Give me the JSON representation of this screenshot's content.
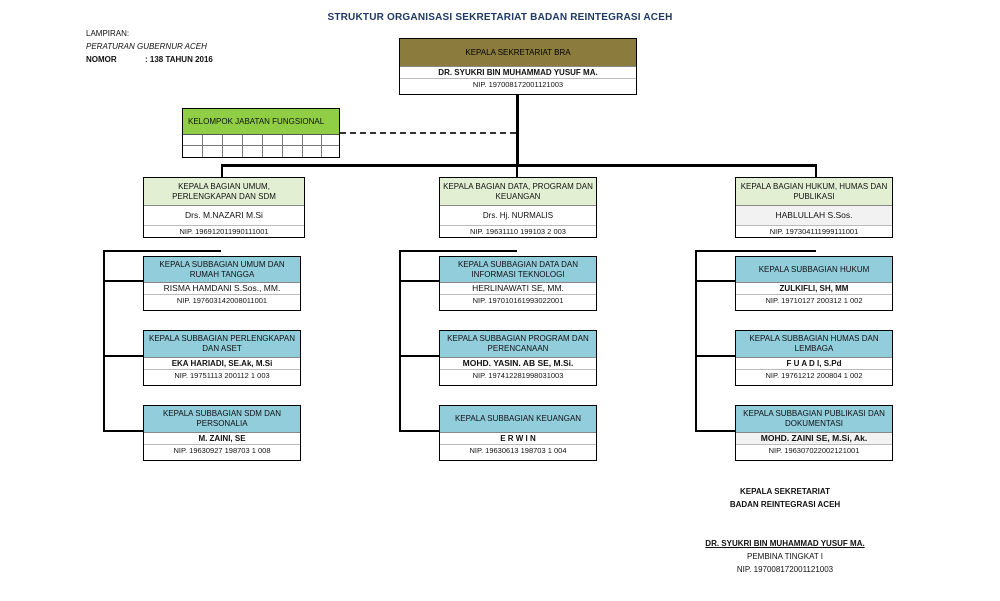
{
  "title": "STRUKTUR ORGANISASI SEKRETARIAT BADAN REINTEGRASI ACEH",
  "meta": {
    "lampiran": "LAMPIRAN:",
    "peraturan": "PERATURAN GUBERNUR ACEH",
    "nomor_label": "NOMOR",
    "nomor_value": ": 138 TAHUN 2016"
  },
  "head": {
    "title": "KEPALA SEKRETARIAT BRA",
    "name": "DR. SYUKRI BIN MUHAMMAD YUSUF MA.",
    "nip": "NIP. 197008172001121003"
  },
  "fungsional": {
    "title": "KELOMPOK JABATAN FUNGSIONAL"
  },
  "columns": [
    {
      "bagian": {
        "title": "KEPALA BAGIAN UMUM, PERLENGKAPAN DAN SDM",
        "name": "Drs. M.NAZARI M.Si",
        "nip": "NIP. 196912011990111001"
      },
      "subs": [
        {
          "title": "KEPALA SUBBAGIAN UMUM DAN RUMAH TANGGA",
          "name": "RISMA HAMDANI S.Sos., MM.",
          "nip": "NIP. 197603142008011001"
        },
        {
          "title": "KEPALA SUBBAGIAN PERLENGKAPAN DAN ASET",
          "name": "EKA HARIADI, SE.Ak, M.Si",
          "nip": "NIP. 19751113 200112 1 003"
        },
        {
          "title": "KEPALA SUBBAGIAN  SDM DAN PERSONALIA",
          "name": "M. ZAINI, SE",
          "nip": "NIP. 19630927 198703 1 008"
        }
      ]
    },
    {
      "bagian": {
        "title": "KEPALA BAGIAN DATA, PROGRAM DAN KEUANGAN",
        "name": "Drs. Hj. NURMALIS",
        "nip": "NIP. 19631110 199103 2 003"
      },
      "subs": [
        {
          "title": "KEPALA SUBBAGIAN DATA DAN INFORMASI TEKNOLOGI",
          "name": "HERLINAWATI SE, MM.",
          "nip": "NIP. 197010161993022001"
        },
        {
          "title": "KEPALA SUBBAGIAN PROGRAM DAN PERENCANAAN",
          "name": "MOHD. YASIN. AB SE, M.Si.",
          "nip": "NIP. 197412281998031003"
        },
        {
          "title": "KEPALA SUBBAGIAN  KEUANGAN",
          "name": "E R W I N",
          "nip": "NIP. 19630613 198703 1 004"
        }
      ]
    },
    {
      "bagian": {
        "title": "KEPALA BAGIAN HUKUM, HUMAS DAN PUBLIKASI",
        "name": "HABLULLAH S.Sos.",
        "nip": "NIP. 197304111999111001"
      },
      "subs": [
        {
          "title": "KEPALA SUBBAGIAN HUKUM",
          "name": "ZULKIFLI, SH, MM",
          "nip": "NIP. 19710127 200312 1 002"
        },
        {
          "title": "KEPALA SUBBAGIAN HUMAS DAN LEMBAGA",
          "name": "F U A D I, S.Pd",
          "nip": "NIP. 19761212 200804 1 002"
        },
        {
          "title": "KEPALA SUBBAGIAN  PUBLIKASI DAN DOKUMENTASI",
          "name": "MOHD. ZAINI SE, M.Si, Ak.",
          "nip": "NIP. 196307022002121001"
        }
      ]
    }
  ],
  "signature": {
    "line1": "KEPALA SEKRETARIAT",
    "line2": "BADAN REINTEGRASI ACEH",
    "name": "DR. SYUKRI BIN MUHAMMAD YUSUF MA.",
    "rank": "PEMBINA TINGKAT I",
    "nip": "NIP. 197008172001121003"
  },
  "colors": {
    "title": "#1f3864",
    "green_header": "#e3efd3",
    "blue_header": "#92cddc",
    "olive_header": "#8b7c3e"
  }
}
